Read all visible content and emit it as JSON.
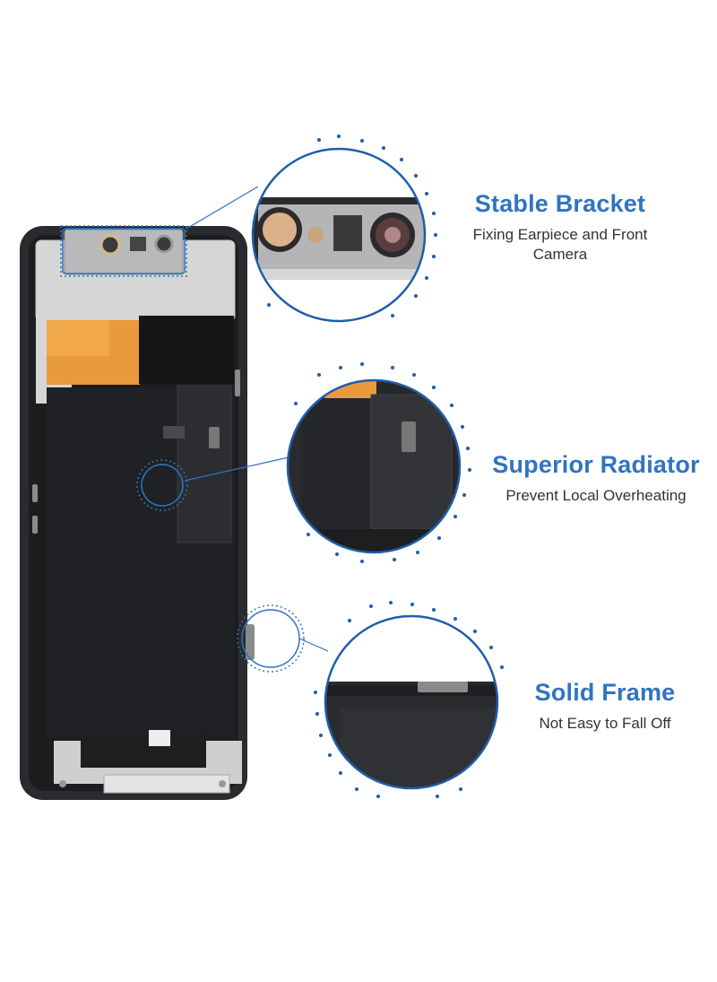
{
  "features": [
    {
      "title": "Stable Bracket",
      "subtitle": "Fixing Earpiece and Front Camera",
      "icon": "bracket-closeup"
    },
    {
      "title": "Superior Radiator",
      "subtitle": "Prevent Local Overheating",
      "icon": "radiator-closeup"
    },
    {
      "title": "Solid Frame",
      "subtitle": "Not Easy to Fall Off",
      "icon": "frame-closeup"
    }
  ],
  "colors": {
    "accent": "#2f74c0",
    "text": "#333333",
    "panel": "#1f1f21",
    "frame": "#2a2b2e",
    "copper": "#e99a3c",
    "metal": "#d9d9d9"
  }
}
